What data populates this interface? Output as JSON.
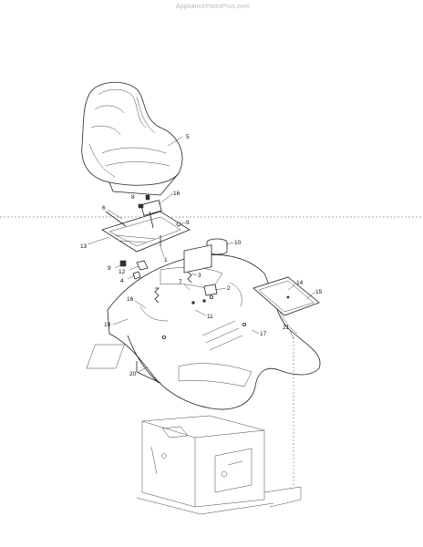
{
  "watermark": "AppliancePartsPros.com",
  "callouts": [
    {
      "id": "c5",
      "label": "5"
    },
    {
      "id": "c8",
      "label": "8"
    },
    {
      "id": "c16a",
      "label": "16"
    },
    {
      "id": "c6",
      "label": "6"
    },
    {
      "id": "c9a",
      "label": "9"
    },
    {
      "id": "c10",
      "label": "10"
    },
    {
      "id": "c13",
      "label": "13"
    },
    {
      "id": "c1",
      "label": "1"
    },
    {
      "id": "c9b",
      "label": "9"
    },
    {
      "id": "c12",
      "label": "12"
    },
    {
      "id": "c4",
      "label": "4"
    },
    {
      "id": "c3",
      "label": "3"
    },
    {
      "id": "c7",
      "label": "7"
    },
    {
      "id": "c2",
      "label": "2"
    },
    {
      "id": "c14",
      "label": "14"
    },
    {
      "id": "c15",
      "label": "15"
    },
    {
      "id": "c16b",
      "label": "16"
    },
    {
      "id": "c11",
      "label": "11"
    },
    {
      "id": "c19",
      "label": "19"
    },
    {
      "id": "c17",
      "label": "17"
    },
    {
      "id": "c21",
      "label": "21"
    },
    {
      "id": "c20",
      "label": "20"
    }
  ]
}
